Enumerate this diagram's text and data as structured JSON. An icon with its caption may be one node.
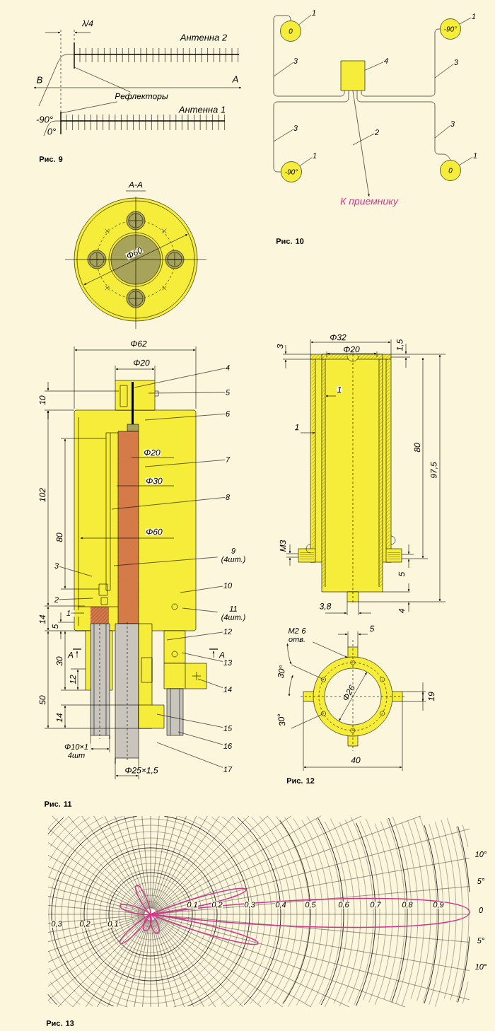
{
  "diagram": {
    "nodes": [
      {
        "text": [
          "Рефлекторы"
        ]
      },
      {
        "text": [
          "0"
        ]
      },
      {
        "text": [
          "-90°"
        ]
      },
      {
        "text": [
          "-90°"
        ]
      },
      {
        "text": [
          "0"
        ]
      },
      {
        "text": [],
        "shape": "box"
      },
      {
        "text": [
          "К приемнику"
        ]
      },
      {
        "text": [
          "1"
        ]
      },
      {
        "text": [
          "1"
        ]
      },
      {
        "text": [
          "1"
        ]
      },
      {
        "text": [
          "1"
        ]
      },
      {
        "text": [
          "3"
        ]
      },
      {
        "text": [
          "3"
        ]
      },
      {
        "text": [
          "3"
        ]
      },
      {
        "text": [
          "3"
        ]
      },
      {
        "text": [
          "4"
        ]
      },
      {
        "text": [
          "2"
        ]
      },
      {
        "text": [
          "4"
        ]
      },
      {
        "text": [
          "5"
        ]
      },
      {
        "text": [
          "6"
        ]
      },
      {
        "text": [
          "7"
        ]
      },
      {
        "text": [
          "8"
        ]
      },
      {
        "text": [
          "9 (4шт.)"
        ]
      },
      {
        "text": [
          "10"
        ]
      },
      {
        "text": [
          "11 (4шт.)"
        ]
      },
      {
        "text": [
          "12"
        ]
      },
      {
        "text": [
          "13"
        ]
      },
      {
        "text": [
          "14"
        ]
      },
      {
        "text": [
          "15"
        ]
      },
      {
        "text": [
          "16"
        ]
      },
      {
        "text": [
          "17"
        ]
      },
      {
        "text": [
          "3"
        ]
      },
      {
        "text": [
          "2"
        ]
      },
      {
        "text": [
          "1"
        ]
      },
      {
        "text": [
          "М2 6 отв."
        ]
      }
    ],
    "edges": [
      {
        "from": 0,
        "to": null,
        "arrow": "none"
      },
      {
        "from": 0,
        "to": null,
        "arrow": "none"
      },
      {
        "from": 5,
        "to": 1,
        "arrow": "none"
      },
      {
        "from": 5,
        "to": 2,
        "arrow": "none"
      },
      {
        "from": 5,
        "to": 3,
        "arrow": "none"
      },
      {
        "from": 5,
        "to": 4,
        "arrow": "none"
      },
      {
        "from": 5,
        "to": 6,
        "arrow": "to"
      },
      {
        "from": 7,
        "to": 1,
        "arrow": "none"
      },
      {
        "from": 8,
        "to": 2,
        "arrow": "none"
      },
      {
        "from": 9,
        "to": 3,
        "arrow": "none"
      },
      {
        "from": 10,
        "to": 4,
        "arrow": "none"
      },
      {
        "from": 11,
        "to": null,
        "arrow": "none"
      },
      {
        "from": 12,
        "to": null,
        "arrow": "none"
      },
      {
        "from": 13,
        "to": null,
        "arrow": "none"
      },
      {
        "from": 14,
        "to": null,
        "arrow": "none"
      },
      {
        "from": 15,
        "to": 5,
        "arrow": "none"
      },
      {
        "from": 16,
        "to": null,
        "arrow": "none"
      },
      {
        "from": 17,
        "to": null,
        "arrow": "none"
      },
      {
        "from": 18,
        "to": null,
        "arrow": "none"
      },
      {
        "from": 19,
        "to": null,
        "arrow": "none"
      },
      {
        "from": 20,
        "to": null,
        "arrow": "none"
      },
      {
        "from": 21,
        "to": null,
        "arrow": "none"
      },
      {
        "from": 22,
        "to": null,
        "arrow": "none"
      },
      {
        "from": 23,
        "to": null,
        "arrow": "none"
      },
      {
        "from": 24,
        "to": null,
        "arrow": "none"
      },
      {
        "from": 25,
        "to": null,
        "arrow": "none"
      },
      {
        "from": 26,
        "to": null,
        "arrow": "none"
      },
      {
        "from": 27,
        "to": null,
        "arrow": "none"
      },
      {
        "from": 28,
        "to": null,
        "arrow": "none"
      },
      {
        "from": 29,
        "to": null,
        "arrow": "none"
      },
      {
        "from": 30,
        "to": null,
        "arrow": "none"
      },
      {
        "from": 31,
        "to": null,
        "arrow": "none"
      },
      {
        "from": 32,
        "to": null,
        "arrow": "none"
      },
      {
        "from": 33,
        "to": null,
        "arrow": "none"
      },
      {
        "from": 34,
        "to": null,
        "arrow": "to"
      }
    ],
    "labels": [
      "λ/4",
      "Антенна 2",
      "В",
      "А",
      "Антенна 1",
      "-90°",
      "0°",
      "Рис. 9",
      "Рис. 10",
      "А-А",
      "Φ60",
      "Φ62",
      "Φ20",
      "10",
      "102",
      "80",
      "Φ20",
      "Φ30",
      "Φ60",
      "14",
      "5",
      "30",
      "А",
      "12",
      "50",
      "14",
      "А",
      "Φ10×1 4шт",
      "Φ25×1,5",
      "Рис. 11",
      "Φ32",
      "Φ20",
      "3",
      "1,5",
      "1",
      "1",
      "80",
      "97,5",
      "М3",
      "5",
      "3,8",
      "4",
      "5",
      "30°",
      "Φ26",
      "19",
      "30°",
      "40",
      "Рис. 12",
      "10°",
      "5°",
      "0,1",
      "0,2",
      "0,3",
      "0,4",
      "0,5",
      "0,6",
      "0,7",
      "0,8",
      "0,9",
      "0",
      "5°",
      "10°",
      "0,3",
      "0,2",
      "0,1",
      "Рис. 13"
    ]
  }
}
